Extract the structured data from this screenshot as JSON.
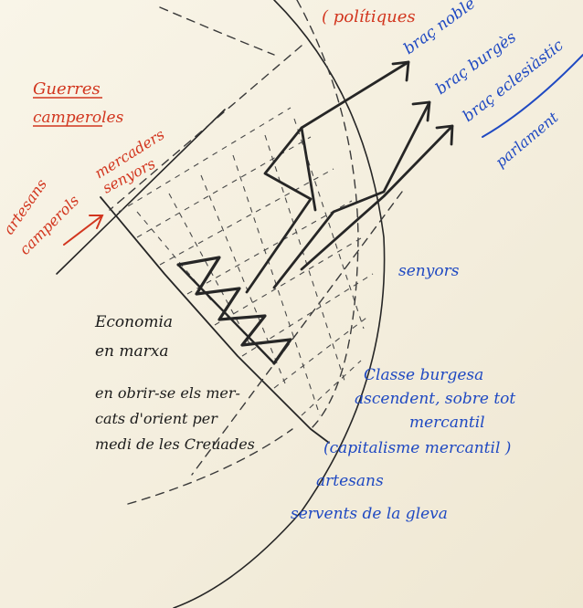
{
  "colors": {
    "red_ink": "#d2361f",
    "blue_ink": "#1f49c2",
    "black_ink": "#1b1b1b",
    "paper": "#f7f3e6"
  },
  "labels": {
    "politiques": "( polítiques",
    "brac_noble": "braç noble",
    "brac_burges": "braç burgès",
    "brac_eclesiastic": "braç eclesiàstic",
    "parlament": "parlament",
    "guerres": "Guerres",
    "camperoles": "camperoles",
    "mercaders": "mercaders",
    "senyors_red": "senyors",
    "artesans": "artesans",
    "camperols": "camperols",
    "senyors_blue": "senyors",
    "economia_1": "Economia",
    "economia_2": "en marxa",
    "obrir_1": "en obrir-se els mer-",
    "obrir_2": "cats d'orient per",
    "obrir_3": "medi de les Creuades",
    "classe_1": "Classe burgesa",
    "classe_2": "ascendent, sobre tot",
    "classe_3": "mercantil",
    "classe_4": "(capitalisme mercantil )",
    "artesans_blue": "artesans",
    "servents": "servents de la gleva"
  }
}
